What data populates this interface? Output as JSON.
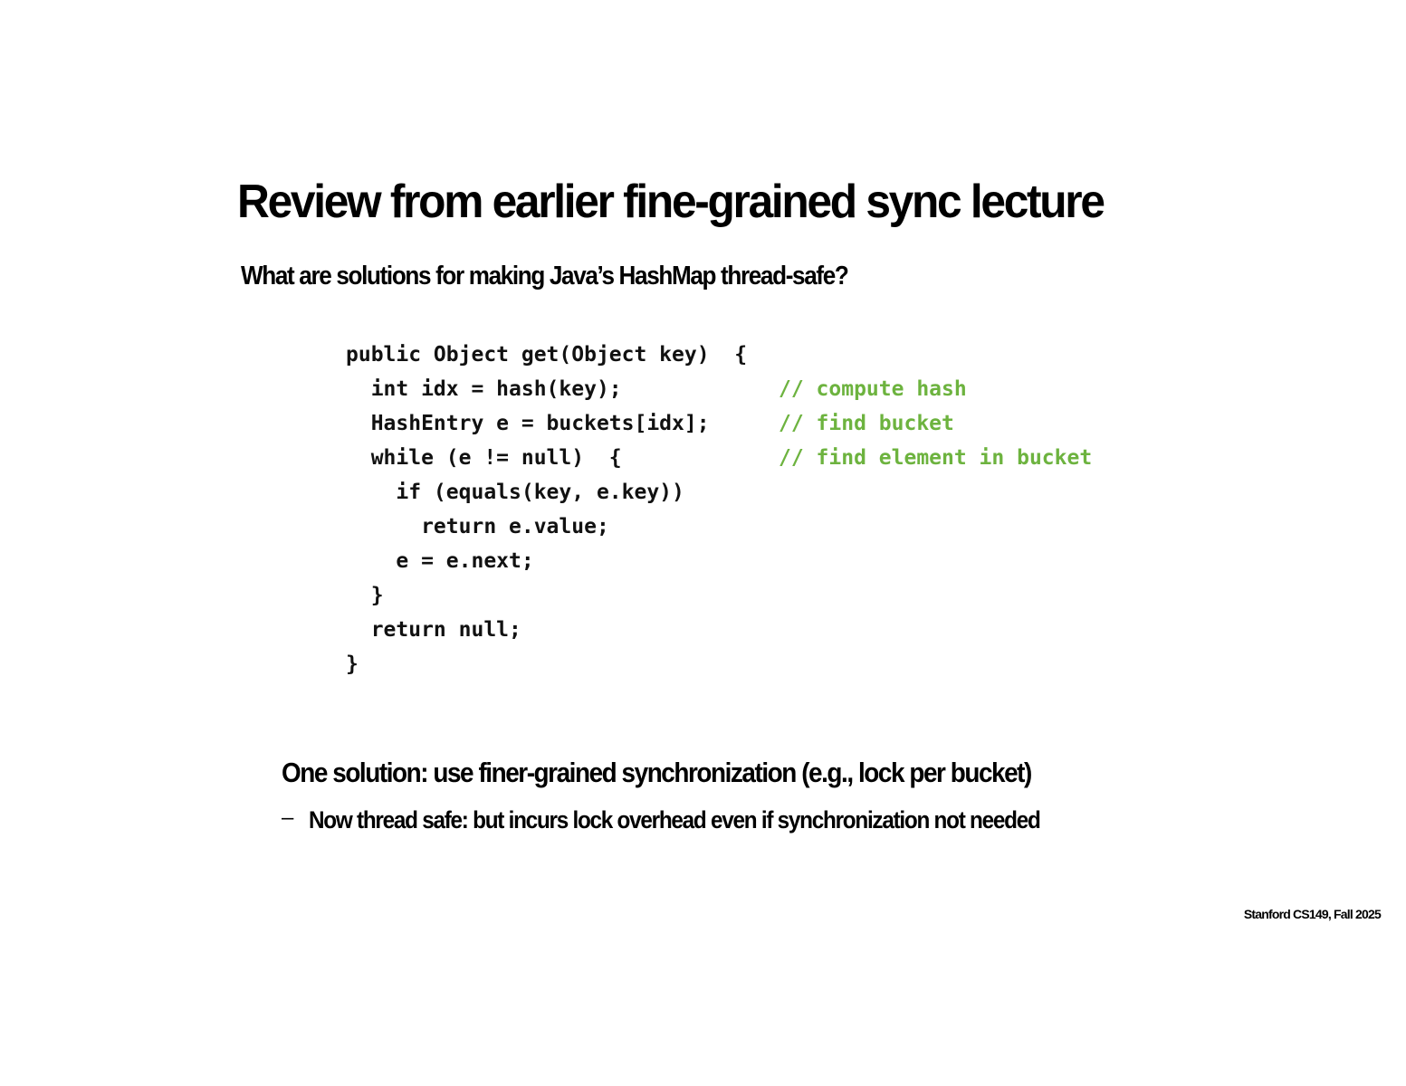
{
  "slide": {
    "title": "Review from earlier fine-grained sync lecture",
    "subtitle": "What are solutions for making Java’s HashMap thread-safe?",
    "code": {
      "lines": [
        "public Object get(Object key)  {",
        "  int idx = hash(key);",
        "  HashEntry e = buckets[idx];",
        "  while (e != null)  {",
        "    if (equals(key, e.key))",
        "      return e.value;",
        "    e = e.next;",
        "  }",
        "  return null;",
        "}"
      ],
      "comments": [
        "// compute hash",
        "// find bucket",
        "// find element in bucket"
      ]
    },
    "solution": {
      "heading": "One solution: use finer-grained synchronization (e.g., lock per bucket)",
      "bullet_marker": "–",
      "bullet": "Now thread safe: but incurs lock overhead even if synchronization not needed"
    },
    "footer": "Stanford CS149, Fall 2025"
  },
  "colors": {
    "comment": "#6db33f",
    "text": "#000000",
    "background": "#ffffff"
  }
}
